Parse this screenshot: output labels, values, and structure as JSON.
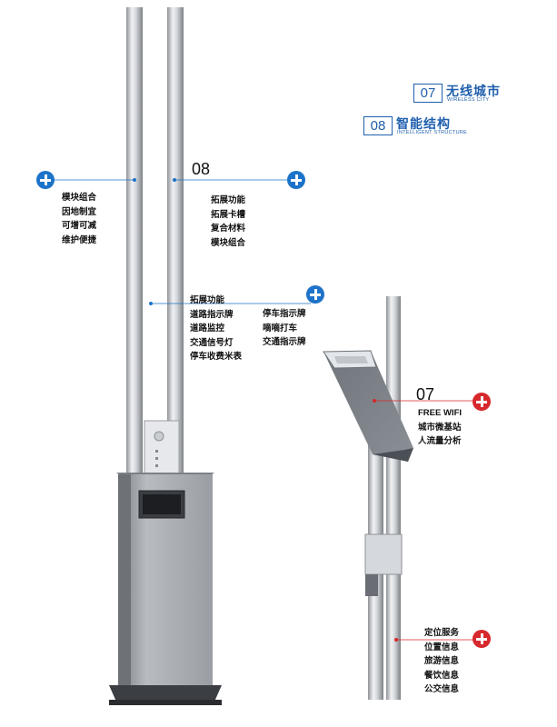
{
  "legend": [
    {
      "number": "07",
      "title_cn": "无线城市",
      "title_en": "WIRELESS CITY"
    },
    {
      "number": "08",
      "title_cn": "智能结构",
      "title_en": "INTELLIGENT STRUCTURE"
    }
  ],
  "callouts": {
    "left": {
      "items": [
        "模块组合",
        "因地制宜",
        "可增可减",
        "维护便捷"
      ]
    },
    "top": {
      "number": "08",
      "items": [
        "拓展功能",
        "拓展卡槽",
        "复合材料",
        "模块组合"
      ]
    },
    "mid": {
      "title": "拓展功能",
      "col1": [
        "道路指示牌",
        "道路监控",
        "交通信号灯",
        "停车收费米表"
      ],
      "col2": [
        "停车指示牌",
        "嘀嘀打车",
        "交通指示牌"
      ]
    },
    "wifi": {
      "number": "07",
      "items": [
        "FREE WIFI",
        "城市微基站",
        "人流量分析"
      ]
    },
    "bottom": {
      "items": [
        "定位服务",
        "位置信息",
        "旅游信息",
        "餐饮信息",
        "公交信息"
      ]
    }
  },
  "colors": {
    "accent_blue": "#1d73c9",
    "accent_red": "#d7282c",
    "legend_blue": "#1f5fae"
  },
  "icons": [
    "plus-icon-blue",
    "plus-icon-red"
  ]
}
